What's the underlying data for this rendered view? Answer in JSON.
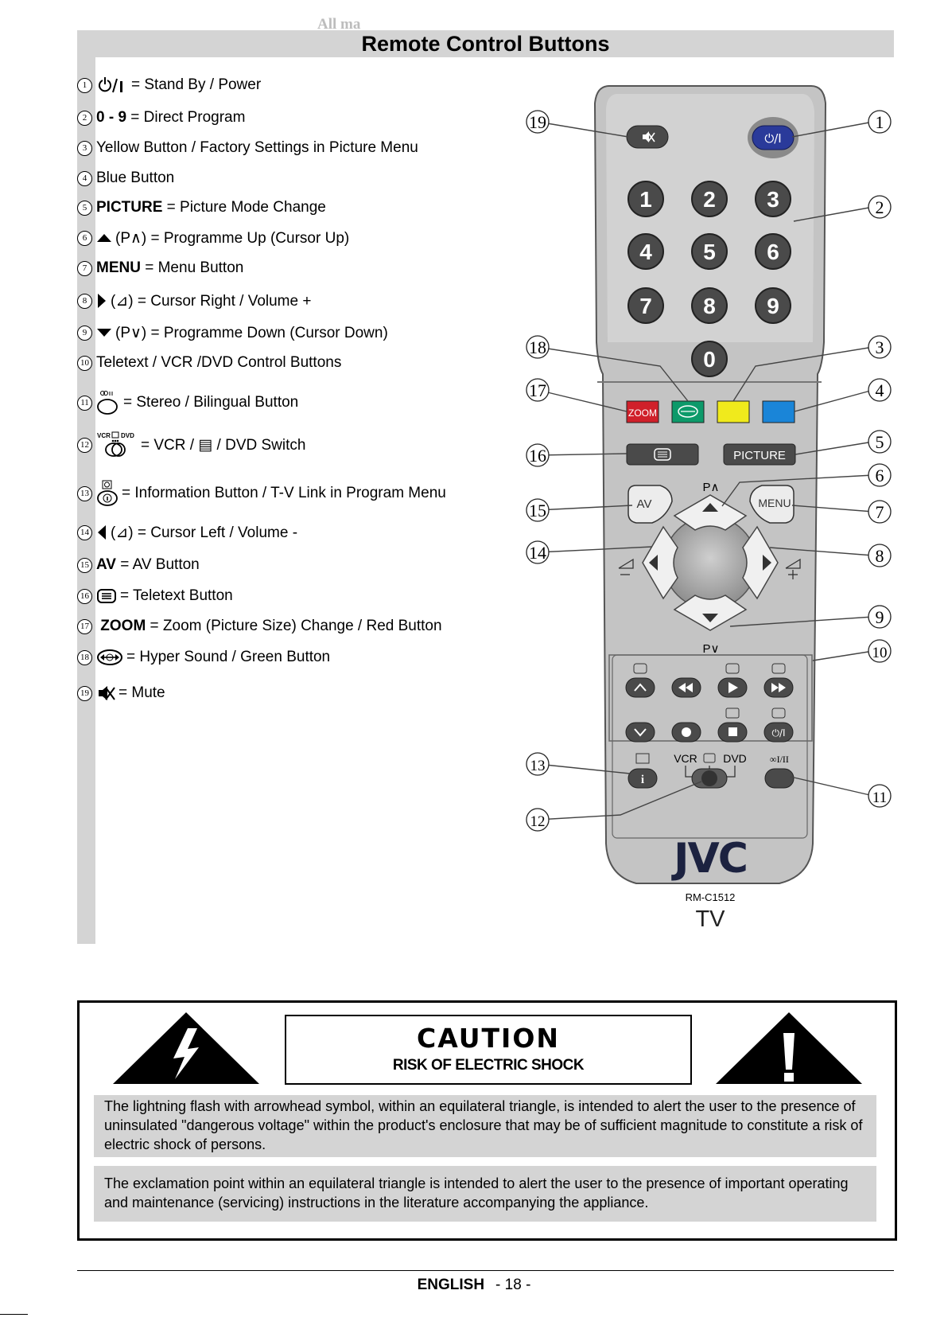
{
  "watermark": "All ma",
  "title": "Remote Control Buttons",
  "legend": [
    {
      "n": "1",
      "bold": "",
      "text": "= Stand By / Power",
      "icon": "power-icon"
    },
    {
      "n": "2",
      "bold": "0 - 9",
      "text": " = Direct Program",
      "icon": ""
    },
    {
      "n": "3",
      "bold": "",
      "text": "Yellow Button / Factory Settings in Picture Menu",
      "icon": ""
    },
    {
      "n": "4",
      "bold": "",
      "text": "Blue Button",
      "icon": ""
    },
    {
      "n": "5",
      "bold": "PICTURE",
      "text": " = Picture Mode Change",
      "icon": ""
    },
    {
      "n": "6",
      "bold": "",
      "text": "(P∧) = Programme Up (Cursor Up)",
      "icon": "arrow-up-icon"
    },
    {
      "n": "7",
      "bold": "MENU",
      "text": " = Menu Button",
      "icon": ""
    },
    {
      "n": "8",
      "bold": "",
      "text": "(⊿) = Cursor Right / Volume +",
      "icon": "arrow-right-icon"
    },
    {
      "n": "9",
      "bold": "",
      "text": "(P∨) = Programme Down (Cursor Down)",
      "icon": "arrow-down-icon"
    },
    {
      "n": "10",
      "bold": "",
      "text": "Teletext / VCR /DVD Control Buttons",
      "icon": ""
    },
    {
      "n": "11",
      "bold": "",
      "text": "= Stereo / Bilingual Button",
      "icon": "stereo-icon"
    },
    {
      "n": "12",
      "bold": "",
      "text": "= VCR / ▤ / DVD Switch",
      "icon": "vcr-dvd-switch-icon"
    },
    {
      "n": "13",
      "bold": "",
      "text": "= Information Button / T-V Link in Program Menu",
      "icon": "info-icon"
    },
    {
      "n": "14",
      "bold": "",
      "text": "(⊿) = Cursor Left /  Volume -",
      "icon": "arrow-left-icon"
    },
    {
      "n": "15",
      "bold": "AV",
      "text": " = AV Button",
      "icon": ""
    },
    {
      "n": "16",
      "bold": "",
      "text": "= Teletext Button",
      "icon": "teletext-icon"
    },
    {
      "n": "17",
      "bold": "ZOOM",
      "text": " = Zoom (Picture Size) Change / Red Button",
      "icon": ""
    },
    {
      "n": "18",
      "bold": "",
      "text": "= Hyper Sound / Green Button",
      "icon": "hyper-sound-icon"
    },
    {
      "n": "19",
      "bold": "",
      "text": "= Mute",
      "icon": "mute-icon"
    }
  ],
  "remote": {
    "digits": [
      "1",
      "2",
      "3",
      "4",
      "5",
      "6",
      "7",
      "8",
      "9",
      "0"
    ],
    "zoom_label": "ZOOM",
    "picture_label": "PICTURE",
    "av_label": "AV",
    "menu_label": "MENU",
    "p_up_label": "P∧",
    "p_down_label": "P∨",
    "vcr_label": "VCR",
    "dvd_label": "DVD",
    "stereo_label": "∞I/II",
    "power_label": "⏻/I",
    "brand": "JVC",
    "model": "RM-C1512",
    "type": "TV",
    "callouts": [
      "1",
      "2",
      "3",
      "4",
      "5",
      "6",
      "7",
      "8",
      "9",
      "10",
      "11",
      "12",
      "13",
      "14",
      "15",
      "16",
      "17",
      "18",
      "19"
    ],
    "colors": {
      "body": "#c8c8c8",
      "dark_button": "#4a4a4a",
      "red": "#d0202a",
      "green": "#0d9a6a",
      "yellow": "#f0ea1c",
      "blue": "#1a85d8",
      "power": "#2a3a9a"
    }
  },
  "caution": {
    "title": "CAUTION",
    "subtitle": "RISK OF ELECTRIC SHOCK",
    "para1": "The lightning flash with arrowhead symbol, within an equilateral triangle, is intended to alert the user to the presence of uninsulated \"dangerous voltage\" within the product's enclosure that may be of sufficient magnitude to constitute a risk of electric shock of persons.",
    "para2": "The exclamation point within an equilateral triangle is intended to alert the user to the presence of important operating and maintenance (servicing) instructions in the literature accompanying the appliance."
  },
  "footer": {
    "language": "ENGLISH",
    "page": "- 18 -"
  }
}
